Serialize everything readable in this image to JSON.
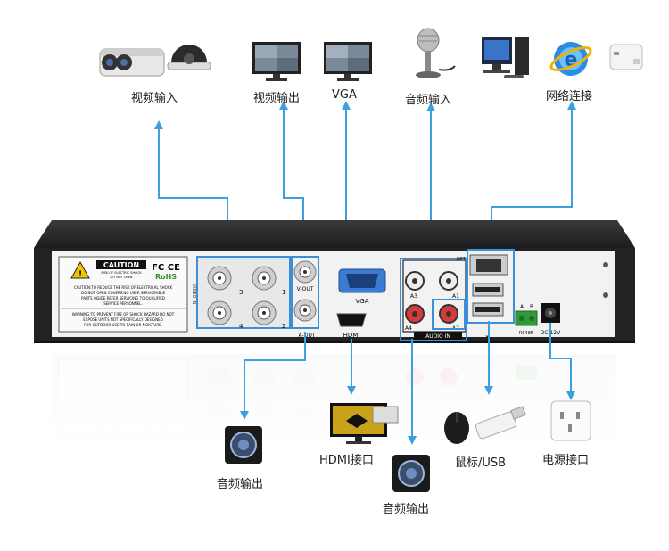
{
  "top_labels": {
    "video_in": "视频输入",
    "video_out": "视频输出",
    "vga": "VGA",
    "audio_in": "音频输入",
    "network": "网络连接"
  },
  "bottom_labels": {
    "audio_out_left": "音频输出",
    "hdmi": "HDMI接口",
    "audio_out_mid": "音频输出",
    "mouse_usb": "鼠标/USB",
    "power": "电源接口"
  },
  "panel": {
    "caution_title": "CAUTION",
    "caution_sub1": "RISK OF ELECTRIC SHOCK",
    "caution_sub2": "DO NOT OPEN",
    "fc_ce": "FC CE",
    "rohs": "RoHS",
    "caution_text_1": "CAUTION:TO REDUCE THE RISK OF ELECTRICAL SHOCK",
    "caution_text_2": "DO NOT OPEN COVERS.NO USER SERVICEABLE",
    "caution_text_3": "PARTS INSIDE.REFER SERVICING TO QUALIFIED",
    "caution_text_4": "SERVICE PERSONNEL.",
    "warning_text_1": "WARNING:TO PREVENT FIRE OR SHOCK HAZARD DO NOT",
    "warning_text_2": "EXPOSE UNITS NOT SPECIFICALLY DESIGNED",
    "warning_text_3": "FOR OUTDOOR USE TO RAIN OR MOISTURE.",
    "video_in_side": "VIDEO IN",
    "bnc_3": "3",
    "bnc_1": "1",
    "bnc_4": "4",
    "bnc_2": "2",
    "v_out": "V-OUT",
    "a_out": "A-OUT",
    "vga": "VGA",
    "hdmi": "HDMI",
    "net": "NET",
    "a3": "A3",
    "a1": "A1",
    "a4": "A4",
    "a2": "A2",
    "audio_in": "AUDIO IN",
    "rs485_a": "A",
    "rs485_b": "B",
    "rs485": "RS485",
    "dc": "DC 12V"
  },
  "colors": {
    "arrow": "#3aa0e0",
    "highlight_box": "#3a8fd8",
    "chassis": "#2a2a2c",
    "panel": "#f2f2f2"
  }
}
